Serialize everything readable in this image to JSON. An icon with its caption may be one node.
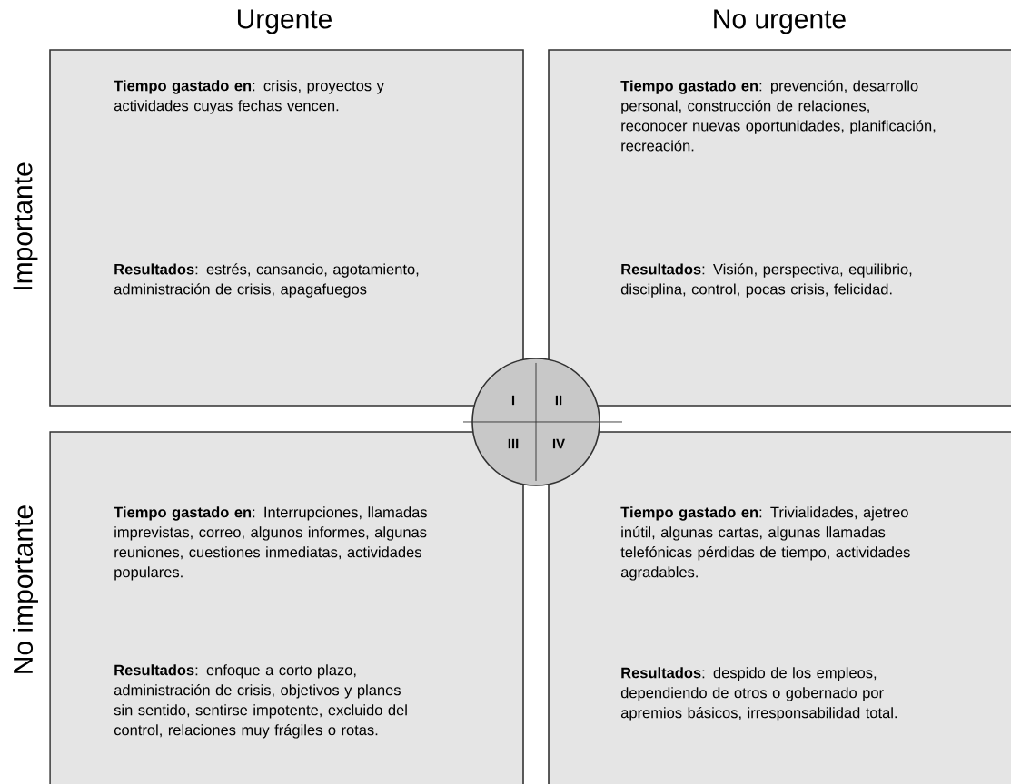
{
  "diagram": {
    "nodes": [
      {
        "text": [
          "**Tiempo gastado en**: crisis, proyectos y actividades cuyas fechas vencen.",
          "**Resultados**: estrés, cansancio, agotamiento, administración de crisis, apagafuegos"
        ]
      },
      {
        "text": [
          "**Tiempo gastado en**: prevención, desarrollo personal, construcción de relaciones, reconocer nuevas oportunidades, planificación, recreación.",
          "**Resultados**: Visión, perspectiva, equilibrio, disciplina, control, pocas crisis, felicidad."
        ]
      },
      {
        "text": [
          "**Tiempo gastado en**: Interrupciones, llamadas imprevistas, correo, algunos informes, algunas reuniones, cuestiones inmediatas, actividades populares.",
          "**Resultados**: enfoque a corto plazo, administración de crisis, objetivos y planes sin sentido, sentirse impotente, excluido del control, relaciones muy frágiles o rotas."
        ]
      },
      {
        "text": [
          "**Tiempo gastado en**: Trivialidades, ajetreo inútil, algunas cartas, algunas llamadas telefónicas pérdidas de tiempo, actividades agradables.",
          "**Resultados**: despido de los empleos, dependiendo de otros o gobernado por apremios básicos, irresponsabilidad total."
        ]
      },
      {
        "text": [
          "I",
          "II",
          "III",
          "IV"
        ]
      }
    ],
    "labels": [
      "Urgente",
      "No urgente",
      "Importante",
      "No importante"
    ]
  }
}
